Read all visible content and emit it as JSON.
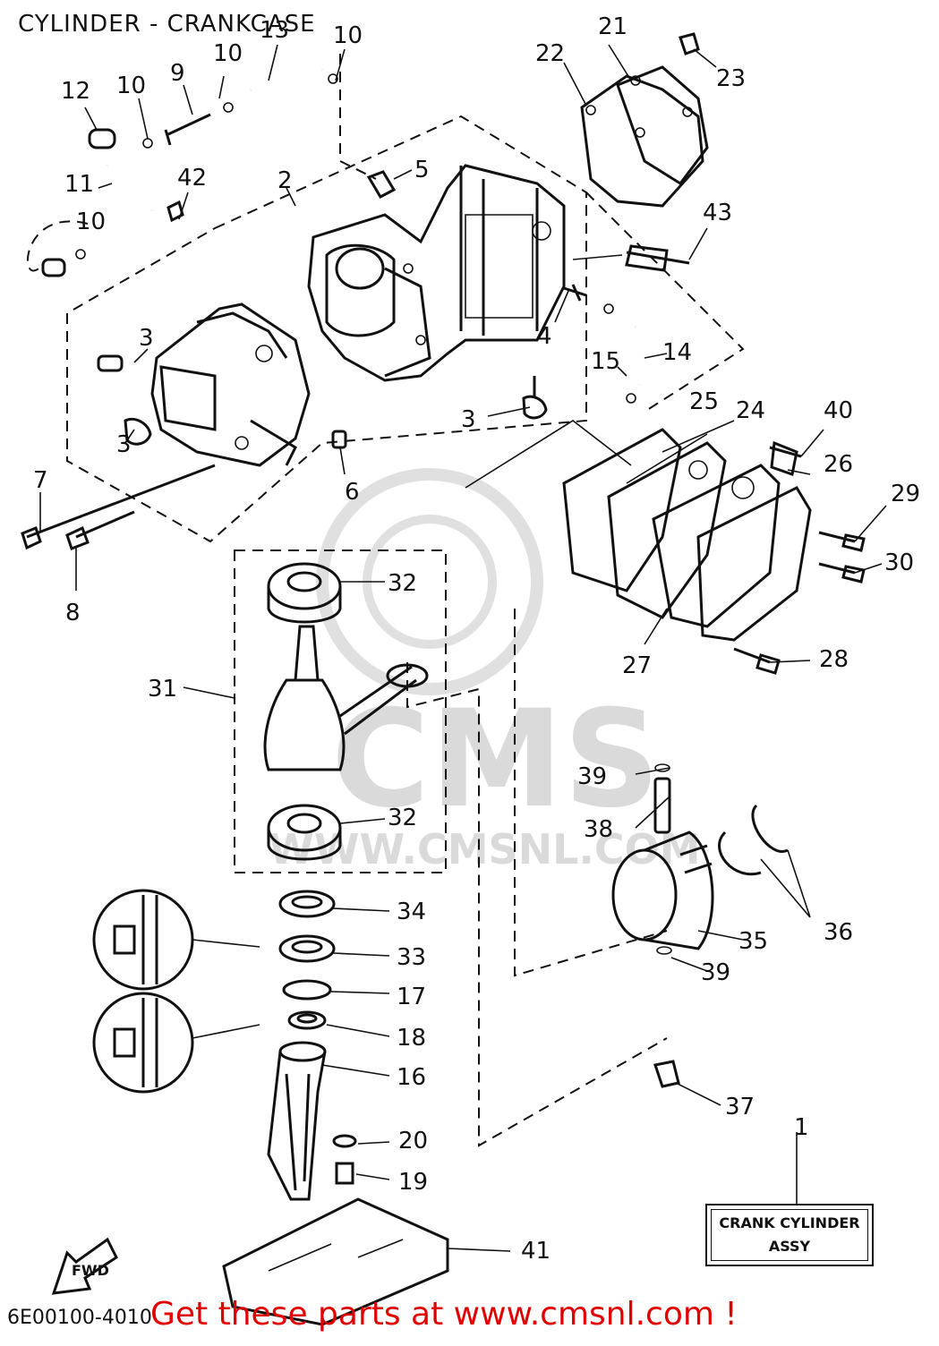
{
  "title": "CYLINDER - CRANKCASE",
  "drawing_code": "6E00100-4010",
  "promo_text": "Get these parts at www.cmsnl.com !",
  "assembly_box": {
    "line1": "CRANK CYLINDER",
    "line2": "ASSY"
  },
  "watermark": {
    "brand": "CMS",
    "url": "WWW.CMSNL.COM"
  },
  "direction_marker": "FWD",
  "callouts": [
    "1",
    "2",
    "3",
    "3",
    "3",
    "4",
    "5",
    "6",
    "7",
    "8",
    "9",
    "10",
    "10",
    "10",
    "10",
    "11",
    "12",
    "13",
    "14",
    "15",
    "16",
    "17",
    "18",
    "19",
    "20",
    "21",
    "22",
    "23",
    "24",
    "25",
    "26",
    "27",
    "28",
    "29",
    "30",
    "31",
    "32",
    "32",
    "33",
    "34",
    "35",
    "36",
    "37",
    "38",
    "39",
    "39",
    "40",
    "41",
    "42",
    "43"
  ],
  "colors": {
    "line": "#111111",
    "promo": "#e00000",
    "watermark": "#d6d6d6"
  }
}
